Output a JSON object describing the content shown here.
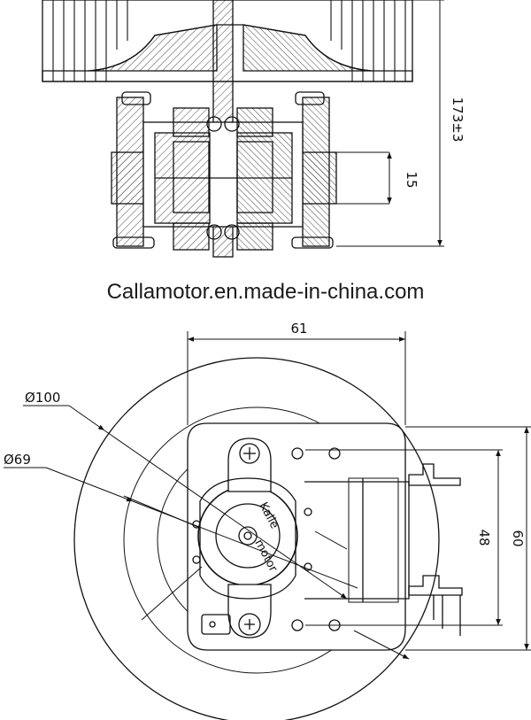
{
  "website": "Callamotor.en.made-in-china.com",
  "dimensions": {
    "height_total": "173±3",
    "stack": "15",
    "plate_width": "61",
    "impeller_diameter": "Ø100",
    "rotor_diameter": "Ø69",
    "terminal_spacing": "48",
    "bracket_width": "60"
  },
  "motor_label": {
    "line1": "Kalle",
    "line2": "motor"
  }
}
